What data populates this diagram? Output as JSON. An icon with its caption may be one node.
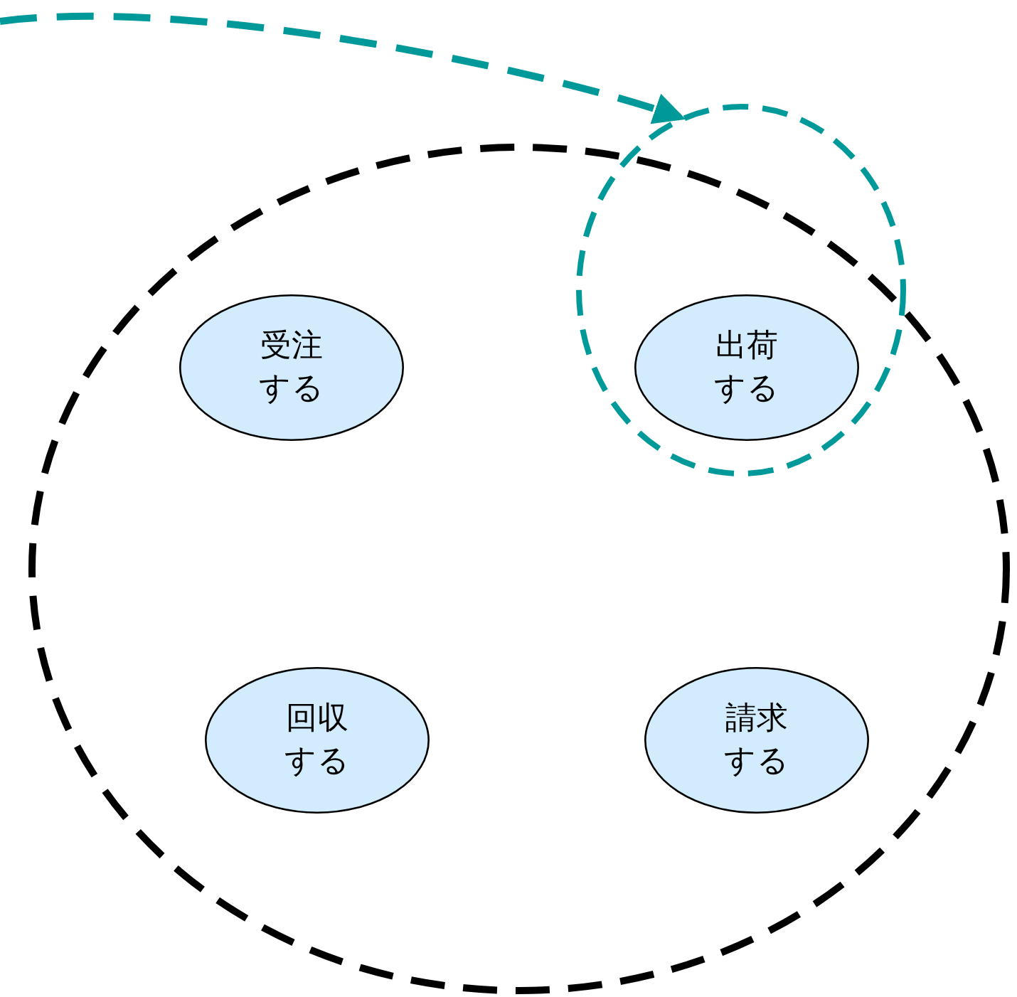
{
  "diagram": {
    "nodes": [
      {
        "text": [],
        "shape": "circle"
      },
      {
        "text": [
          "受注する"
        ],
        "in": 0
      },
      {
        "text": [],
        "shape": "circle"
      },
      {
        "text": [
          "出荷する"
        ],
        "in": 2
      },
      {
        "text": [
          "回収する"
        ],
        "in": 0
      },
      {
        "text": [
          "請求する"
        ],
        "in": 0
      }
    ],
    "edges": [
      {
        "from": null,
        "to": 2,
        "arrow": "to",
        "style": "dashed",
        "color": "#009999"
      }
    ]
  }
}
